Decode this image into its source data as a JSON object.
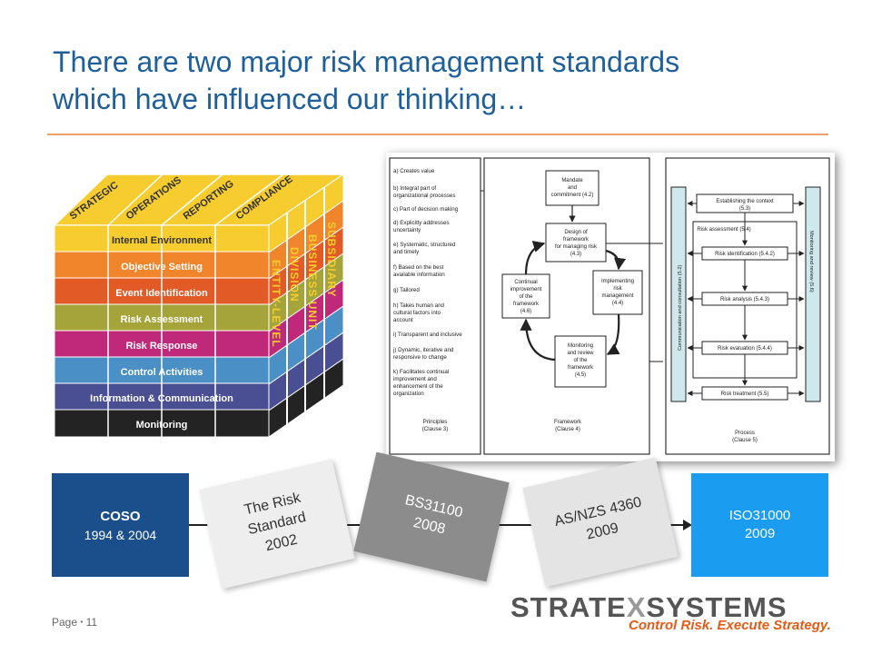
{
  "slide": {
    "title_line1": "There are two major risk management  standards",
    "title_line2": "which have influenced our thinking…"
  },
  "cube": {
    "top_labels": [
      "STRATEGIC",
      "OPERATIONS",
      "REPORTING",
      "COMPLIANCE"
    ],
    "side_labels": [
      "SUBSIDIARY",
      "BUSINESS UNIT",
      "DIVISION",
      "ENTITY-LEVEL"
    ],
    "layers": [
      {
        "label": "Internal Environment",
        "color": "#f6cc2e"
      },
      {
        "label": "Objective Setting",
        "color": "#f1852c"
      },
      {
        "label": "Event Identification",
        "color": "#e25a26"
      },
      {
        "label": "Risk Assessment",
        "color": "#a4a43a"
      },
      {
        "label": "Risk Response",
        "color": "#c0287a"
      },
      {
        "label": "Control Activities",
        "color": "#4a8fc6"
      },
      {
        "label": "Information & Communication",
        "color": "#4a4f93"
      },
      {
        "label": "Monitoring",
        "color": "#232323"
      }
    ]
  },
  "iso_figure": {
    "principles": [
      "a) Creates value",
      "b) Integral part of",
      "organizational processes",
      "c) Part of decision making",
      "d) Explicitly addresses",
      "uncertainty",
      "e) Systematic, structured",
      "and timely",
      "f) Based on the best",
      "available information",
      "g) Tailored",
      "h) Takes human and",
      "cultural factors into",
      "account",
      "i) Transparent and inclusive",
      "j) Dynamic, iterative and",
      "responsive to change",
      "k) Facilitates continual",
      "improvement and",
      "enhancement of the",
      "organization"
    ],
    "principles_caption": [
      "Principles",
      "(Clause 3)"
    ],
    "framework": {
      "mandate": [
        "Mandate",
        "and",
        "commitment (4.2)"
      ],
      "design": [
        "Design of",
        "framework",
        "for managing risk",
        "(4.3)"
      ],
      "implementing": [
        "Implementing",
        "risk",
        "management",
        "(4.4)"
      ],
      "monitoring": [
        "Monitoring",
        "and review",
        "of the",
        "framework",
        "(4.5)"
      ],
      "continual": [
        "Continual",
        "improvement",
        "of the",
        "framework",
        "(4.6)"
      ],
      "caption": [
        "Framework",
        "(Clause 4)"
      ]
    },
    "process": {
      "communication": "Communication and consultation (5.2)",
      "monitoring": "Monitoring and review (5.6)",
      "context": [
        "Establishing the context",
        "(5.3)"
      ],
      "assessment": "Risk assessment (5.4)",
      "identification": "Risk identification (5.4.2)",
      "analysis": "Risk analysis (5.4.3)",
      "evaluation": "Risk evaluation (5.4.4)",
      "treatment": "Risk treatment (5.5)",
      "caption": [
        "Process",
        "(Clause 5)"
      ]
    }
  },
  "timeline": {
    "coso": {
      "name": "COSO",
      "years": "1994 & 2004"
    },
    "risk_standard": {
      "line1": "The Risk",
      "line2": "Standard",
      "year": "2002"
    },
    "bs": {
      "name": "BS31100",
      "year": "2008"
    },
    "asnzs": {
      "name": "AS/NZS 4360",
      "year": "2009"
    },
    "iso": {
      "name": "ISO31000",
      "year": "2009"
    }
  },
  "footer": {
    "page_label": "Page",
    "separator": "▪",
    "page_number": "11"
  },
  "logo": {
    "word_a": "STRATE",
    "word_x": "X",
    "word_b": "SYSTEMS",
    "tagline": "Control Risk. Execute Strategy."
  }
}
